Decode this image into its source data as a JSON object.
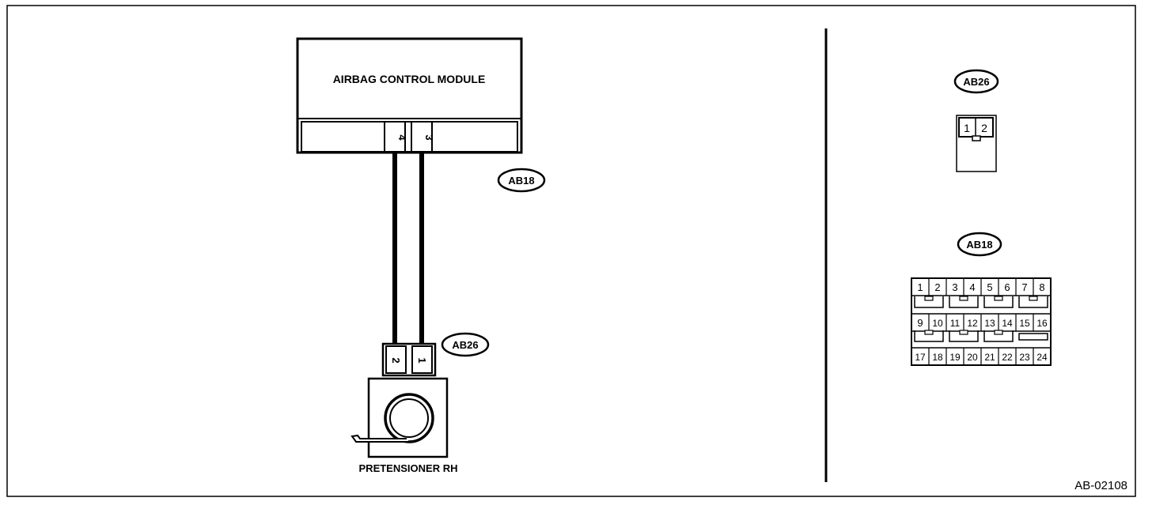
{
  "module": {
    "label": "AIRBAG CONTROL MODULE",
    "pin_left": "4",
    "pin_right": "3"
  },
  "pretensioner": {
    "label": "PRETENSIONER RH",
    "pin_left": "2",
    "pin_right": "1"
  },
  "connector_tags": {
    "module_side": "AB18",
    "pretensioner_side": "AB26"
  },
  "legend": {
    "ab26": {
      "tag": "AB26",
      "pins": [
        "1",
        "2"
      ]
    },
    "ab18": {
      "tag": "AB18",
      "rows": [
        [
          "1",
          "2",
          "3",
          "4",
          "5",
          "6",
          "7",
          "8"
        ],
        [
          "9",
          "10",
          "11",
          "12",
          "13",
          "14",
          "15",
          "16"
        ],
        [
          "17",
          "18",
          "19",
          "20",
          "21",
          "22",
          "23",
          "24"
        ]
      ]
    }
  },
  "figure_id": "AB-02108"
}
